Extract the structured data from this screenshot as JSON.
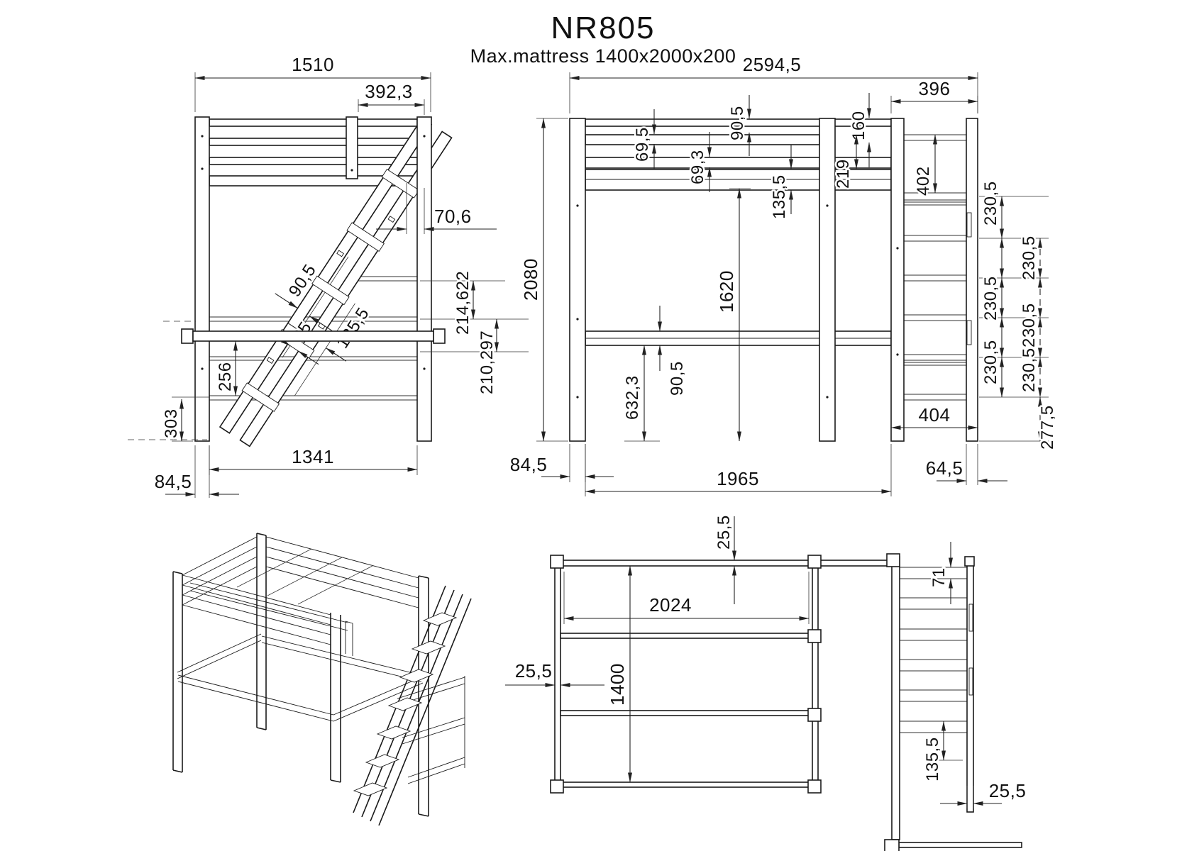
{
  "header": {
    "model": "NR805",
    "mattress_note": "Max.mattress 1400x2000x200"
  },
  "front_view": {
    "overall_width": "1510",
    "ladder_top_offset": "392,3",
    "stile_width": "70,6",
    "step_pitch": "90,5",
    "step_thickness": "65",
    "ladder_stile_depth": "135,5",
    "rail_spacing_upper": "214,622",
    "rail_spacing_lower": "210,297",
    "lower_rail_gap": "256",
    "foot_clearance": "303",
    "inner_width": "1341",
    "post_width": "84,5"
  },
  "side_view": {
    "overall_length": "2594,5",
    "guard_rail_width": "69,5",
    "top_edge_offset": "90,5",
    "head_offset": "160",
    "guard_rail_width_2": "69,3",
    "head_gap": "219",
    "platform_thickness": "135,5",
    "ladder_top_gap": "402",
    "ladder_width": "396",
    "overall_height": "2080",
    "clearance_height": "1620",
    "leg_clearance": "632,3",
    "support_rail_width": "90,5",
    "post_width": "84,5",
    "inner_length": "1965",
    "ladder_depth": "404",
    "ladder_foot_offset": "64,5",
    "rung_pitch": [
      "230,5",
      "230,5",
      "230,5",
      "230,5",
      "230,5",
      "230,5"
    ],
    "bottom_rung_height": "277,5"
  },
  "top_view": {
    "rail_inset_top": "25,5",
    "inner_length": "2024",
    "inner_width": "1400",
    "rail_inset_left": "25,5",
    "rung_width": "71",
    "rung_offset": "135,5",
    "stile_inset": "25,5"
  }
}
